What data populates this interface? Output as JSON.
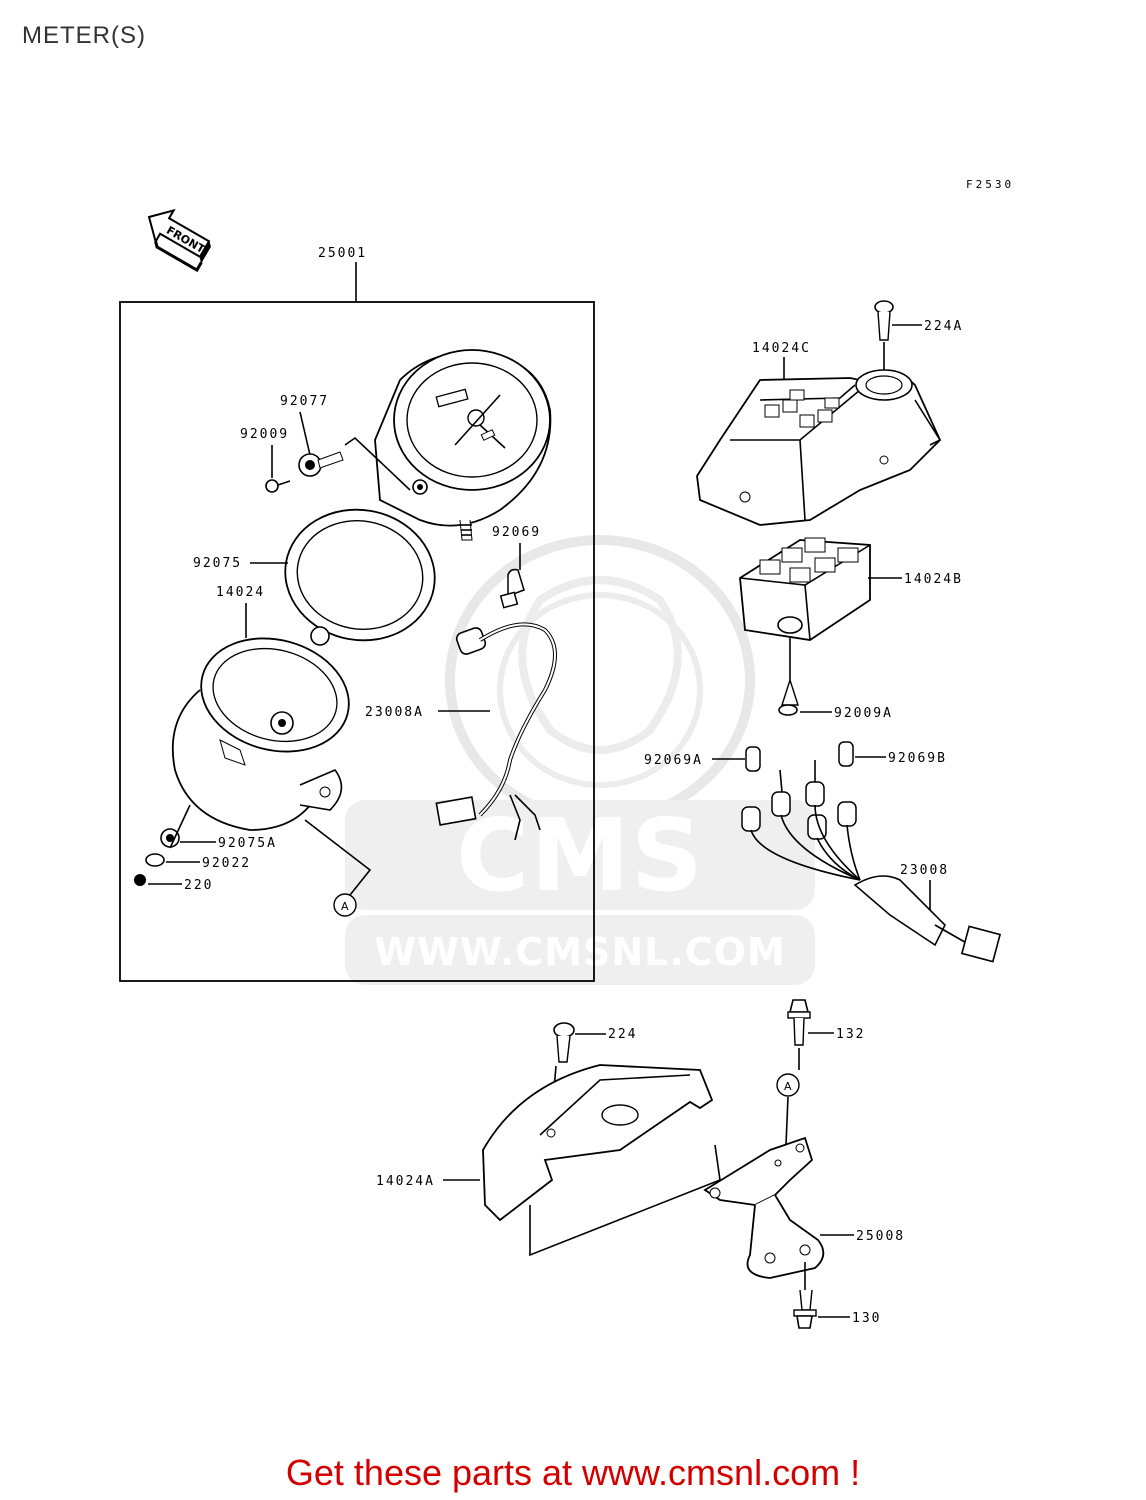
{
  "title": "METER(S)",
  "figure_code": "F2530",
  "front_label": "FRONT",
  "watermark": {
    "logo_text": "CMS",
    "url": "WWW.CMSNL.COM",
    "color": "#e6e6e6"
  },
  "parts": {
    "p25001": "25001",
    "p92077": "92077",
    "p92009": "92009",
    "p92075": "92075",
    "p92069": "92069",
    "p14024": "14024",
    "p23008A": "23008A",
    "p92075A": "92075A",
    "p92022": "92022",
    "p220": "220",
    "p224A": "224A",
    "p14024C": "14024C",
    "p14024B": "14024B",
    "p92009A": "92009A",
    "p92069A": "92069A",
    "p92069B": "92069B",
    "p23008": "23008",
    "p224": "224",
    "p132": "132",
    "p14024A": "14024A",
    "p25008": "25008",
    "p130": "130"
  },
  "reference_marks": {
    "ref_left": "A",
    "ref_right": "A"
  },
  "promo": {
    "text": "Get these parts at www.cmsnl.com !",
    "color": "#d40000"
  }
}
